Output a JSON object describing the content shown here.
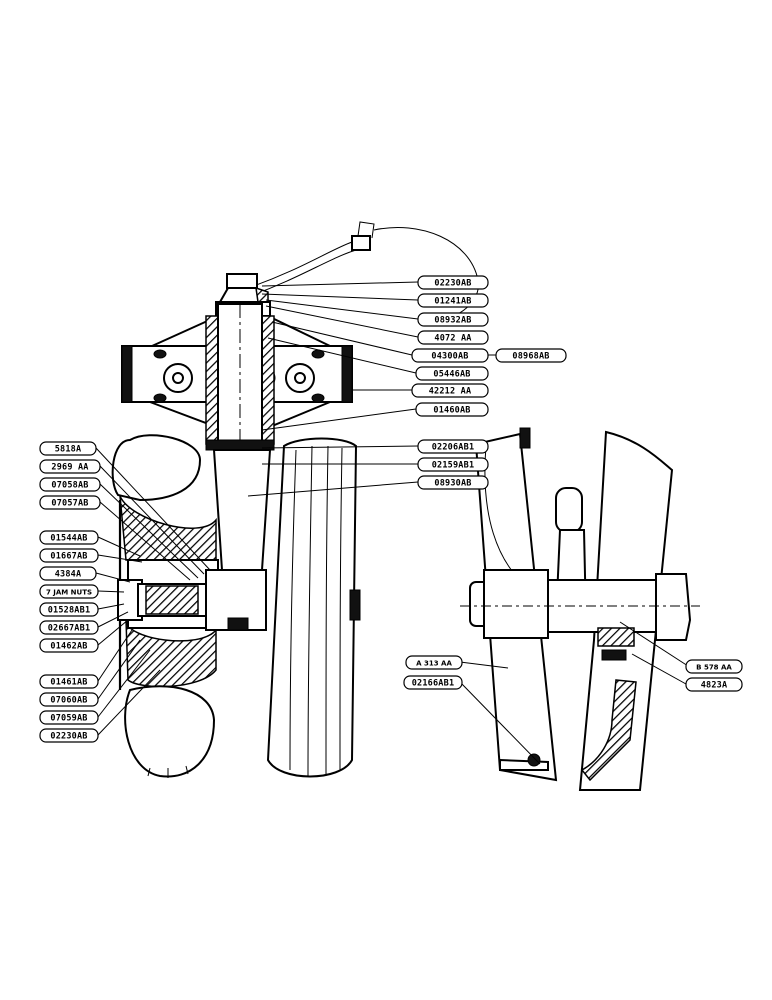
{
  "parts": {
    "p02230AB_top": "02230AB",
    "p01241AB": "01241AB",
    "p08932AB": "08932AB",
    "p4072AA": "4072 AA",
    "p04300AB": "04300AB",
    "p08968AB": "08968AB",
    "p05446AB": "05446AB",
    "p42212AA": "42212 AA",
    "p01460AB": "01460AB",
    "p02206AB1": "02206AB1",
    "p02159AB1": "02159AB1",
    "p08930AB": "08930AB",
    "p5818A": "5818A",
    "p2969AA": "2969 AA",
    "p07058AB": "07058AB",
    "p07057AB": "07057AB",
    "p01544AB": "01544AB",
    "p01667AB": "01667AB",
    "p4384A": "4384A",
    "jam_nuts": "7 JAM NUTS",
    "p01528AB1": "01528AB1",
    "p02667AB1": "02667AB1",
    "p01462AB": "01462AB",
    "p01461AB": "01461AB",
    "p07060AB": "07060AB",
    "p07059AB": "07059AB",
    "p02230AB_bottom": "02230AB",
    "pA313AA": "A 313 AA",
    "p02166AB1": "02166AB1",
    "pB578AA": "B 578 AA",
    "p4823A": "4823A"
  }
}
